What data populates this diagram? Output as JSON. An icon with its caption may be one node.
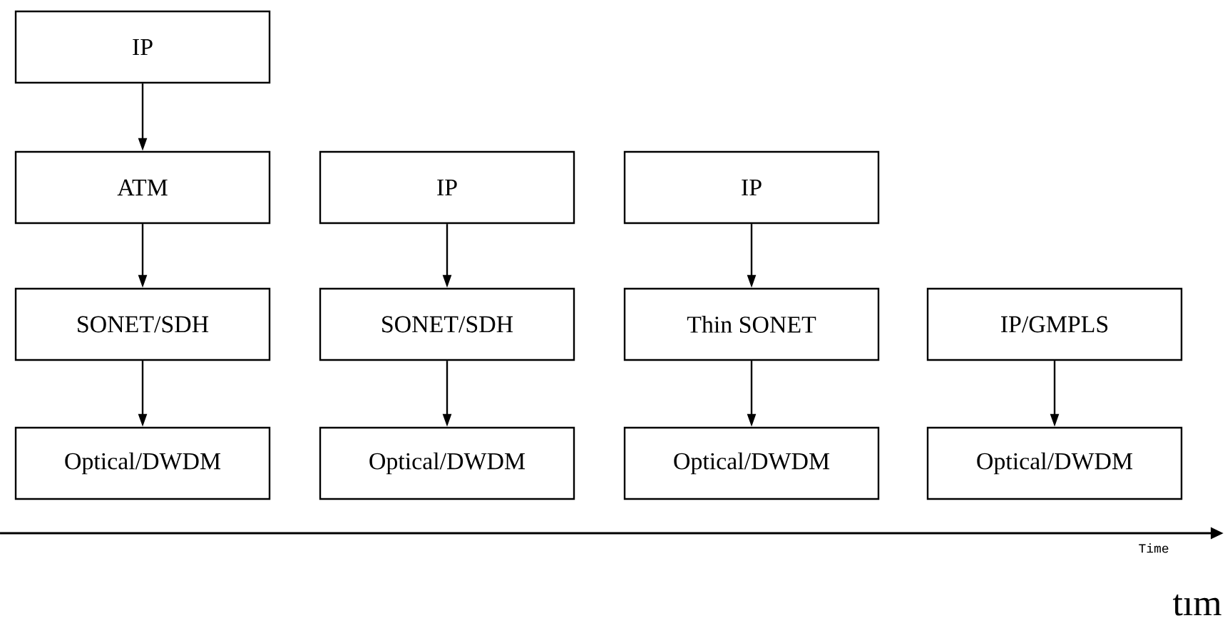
{
  "diagram": {
    "nodes": [
      {
        "text": [
          "IP"
        ]
      },
      {
        "text": [
          "ATM"
        ]
      },
      {
        "text": [
          "IP"
        ]
      },
      {
        "text": [
          "IP"
        ]
      },
      {
        "text": [
          "SONET/SDH"
        ]
      },
      {
        "text": [
          "SONET/SDH"
        ]
      },
      {
        "text": [
          "Thin SONET"
        ]
      },
      {
        "text": [
          "IP/GMPLS"
        ]
      },
      {
        "text": [
          "Optical/DWDM"
        ]
      },
      {
        "text": [
          "Optical/DWDM"
        ]
      },
      {
        "text": [
          "Optical/DWDM"
        ]
      },
      {
        "text": [
          "Optical/DWDM"
        ]
      }
    ],
    "edges": [
      {
        "from": 0,
        "to": 1,
        "arrow": "to"
      },
      {
        "from": 1,
        "to": 4,
        "arrow": "to"
      },
      {
        "from": 4,
        "to": 8,
        "arrow": "to"
      },
      {
        "from": 2,
        "to": 5,
        "arrow": "to"
      },
      {
        "from": 5,
        "to": 9,
        "arrow": "to"
      },
      {
        "from": 3,
        "to": 6,
        "arrow": "to"
      },
      {
        "from": 6,
        "to": 10,
        "arrow": "to"
      },
      {
        "from": 7,
        "to": 11,
        "arrow": "to"
      }
    ],
    "labels": [
      "Time",
      "tım"
    ]
  }
}
